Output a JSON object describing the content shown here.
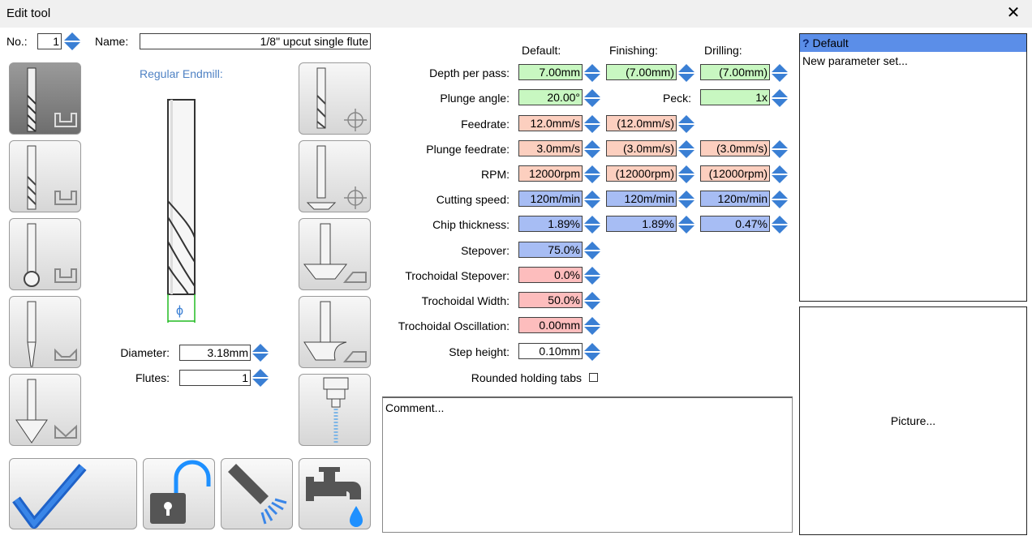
{
  "window": {
    "title": "Edit tool",
    "close": "✕"
  },
  "header": {
    "no_label": "No.:",
    "no_value": "1",
    "name_label": "Name:",
    "name_value": "1/8\" upcut single flute"
  },
  "tool_type_label": "Regular Endmill:",
  "diameter_symbol": "ϕ",
  "diameter": {
    "label": "Diameter:",
    "value": "3.18mm"
  },
  "flutes": {
    "label": "Flutes:",
    "value": "1"
  },
  "columns": {
    "default": "Default:",
    "finishing": "Finishing:",
    "drilling": "Drilling:"
  },
  "params": {
    "depth_per_pass": {
      "label": "Depth per pass:",
      "default": "7.00mm",
      "finishing": "(7.00mm)",
      "drilling": "(7.00mm)"
    },
    "plunge_angle": {
      "label": "Plunge angle:",
      "default": "20.00°",
      "peck_label": "Peck:",
      "peck": "1x"
    },
    "feedrate": {
      "label": "Feedrate:",
      "default": "12.0mm/s",
      "finishing": "(12.0mm/s)"
    },
    "plunge_feedrate": {
      "label": "Plunge feedrate:",
      "default": "3.0mm/s",
      "finishing": "(3.0mm/s)",
      "drilling": "(3.0mm/s)"
    },
    "rpm": {
      "label": "RPM:",
      "default": "12000rpm",
      "finishing": "(12000rpm)",
      "drilling": "(12000rpm)"
    },
    "cutting_speed": {
      "label": "Cutting speed:",
      "default": "120m/min",
      "finishing": "120m/min",
      "drilling": "120m/min"
    },
    "chip_thickness": {
      "label": "Chip thickness:",
      "default": "1.89%",
      "finishing": "1.89%",
      "drilling": "0.47%"
    },
    "stepover": {
      "label": "Stepover:",
      "default": "75.0%"
    },
    "trochoidal_stepover": {
      "label": "Trochoidal Stepover:",
      "default": "0.0%"
    },
    "trochoidal_width": {
      "label": "Trochoidal Width:",
      "default": "50.0%"
    },
    "trochoidal_oscillation": {
      "label": "Trochoidal Oscillation:",
      "default": "0.00mm"
    },
    "step_height": {
      "label": "Step height:",
      "default": "0.10mm"
    }
  },
  "rounded_tabs_label": "Rounded holding tabs",
  "comment_placeholder": "Comment...",
  "param_sets": {
    "items": [
      "Default",
      "New parameter set..."
    ],
    "selected_icon": "?"
  },
  "picture_label": "Picture...",
  "colors": {
    "accent": "#3a7fd4",
    "green": "#c8f7c1",
    "orange": "#fccfbf",
    "blue": "#a7bdf4",
    "pink": "#fdbdbd",
    "selection": "#5b8ee8"
  }
}
